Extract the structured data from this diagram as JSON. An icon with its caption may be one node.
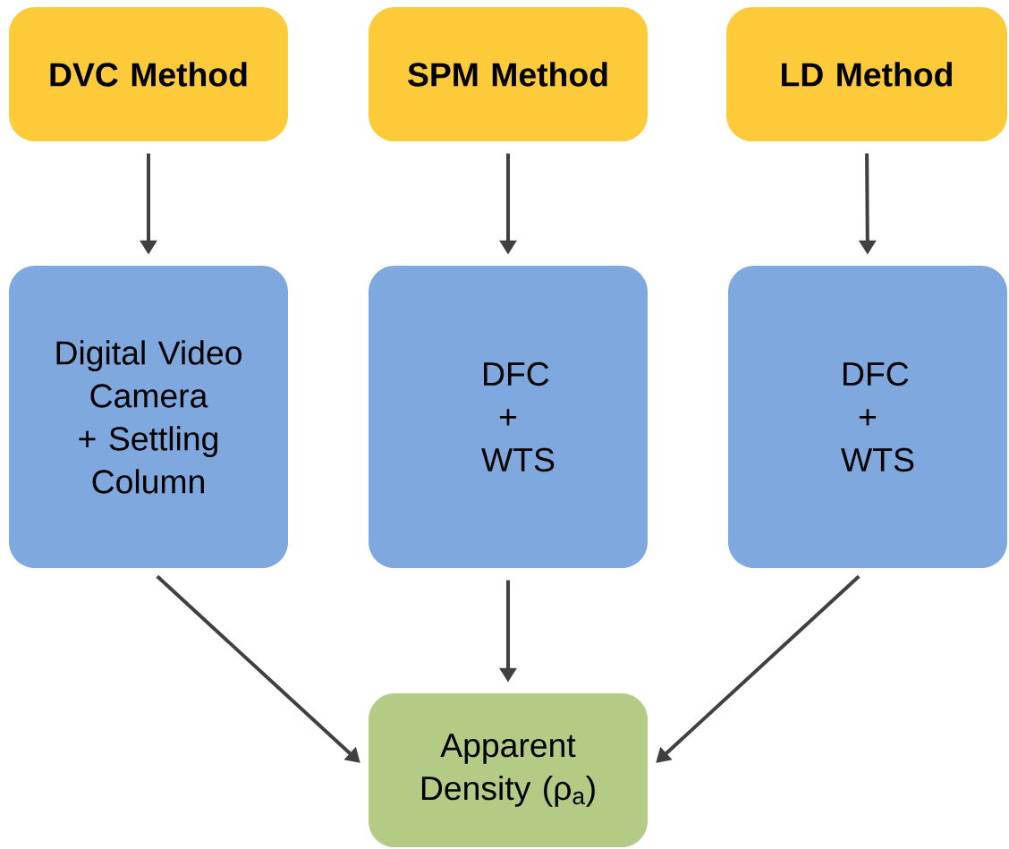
{
  "diagram": {
    "nodes": [
      {
        "text": [
          "DVC Method"
        ]
      },
      {
        "text": [
          "SPM Method"
        ]
      },
      {
        "text": [
          "LD Method"
        ]
      },
      {
        "text": [
          "Digital Video Camera + Settling Column"
        ]
      },
      {
        "text": [
          "DFC + WTS"
        ]
      },
      {
        "text": [
          "DFC + WTS"
        ]
      },
      {
        "text": [
          "Apparent Density (ρ$_{a}$)"
        ]
      }
    ],
    "edges": [
      {
        "from": 0,
        "to": 3,
        "arrow": "to"
      },
      {
        "from": 1,
        "to": 4,
        "arrow": "to"
      },
      {
        "from": 2,
        "to": 5,
        "arrow": "to"
      },
      {
        "from": 3,
        "to": 6,
        "arrow": "to"
      },
      {
        "from": 4,
        "to": 6,
        "arrow": "to"
      },
      {
        "from": 5,
        "to": 6,
        "arrow": "to"
      }
    ]
  }
}
